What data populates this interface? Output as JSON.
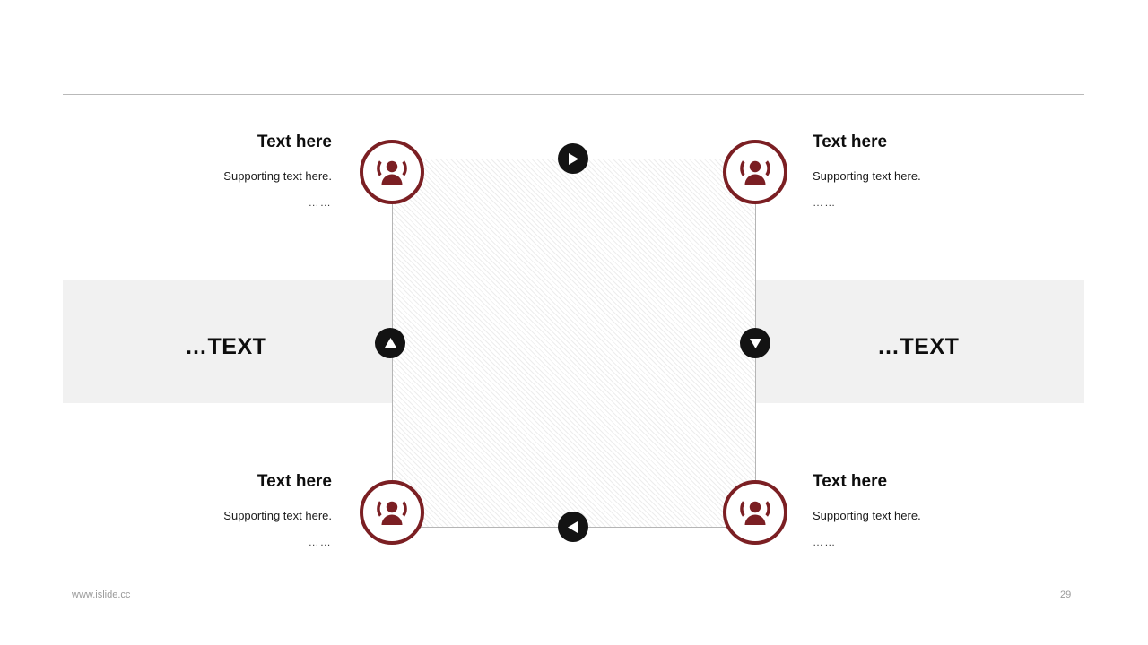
{
  "slide": {
    "background_color": "#ffffff",
    "accent_color": "#7b1f23",
    "badge_color": "#131313",
    "band_color": "#f1f1f1",
    "rule_color": "#b9b9b9"
  },
  "band": {
    "left_label": "…TEXT",
    "right_label": "…TEXT"
  },
  "nodes": [
    {
      "position": "top-left",
      "icon": "people-group-icon",
      "title": "Text here",
      "supporting": "Supporting text here.",
      "dots": "……"
    },
    {
      "position": "top-right",
      "icon": "people-group-icon",
      "title": "Text here",
      "supporting": "Supporting text here.",
      "dots": "……"
    },
    {
      "position": "bottom-left",
      "icon": "people-group-icon",
      "title": "Text here",
      "supporting": "Supporting text here.",
      "dots": "……"
    },
    {
      "position": "bottom-right",
      "icon": "people-group-icon",
      "title": "Text here",
      "supporting": "Supporting text here.",
      "dots": "……"
    }
  ],
  "arrows": [
    {
      "position": "top",
      "icon": "arrow-right-badge-icon"
    },
    {
      "position": "right",
      "icon": "arrow-down-badge-icon"
    },
    {
      "position": "bottom",
      "icon": "arrow-left-badge-icon"
    },
    {
      "position": "left",
      "icon": "arrow-up-badge-icon"
    }
  ],
  "footer": {
    "url": "www.islide.cc",
    "page_number": "29"
  }
}
